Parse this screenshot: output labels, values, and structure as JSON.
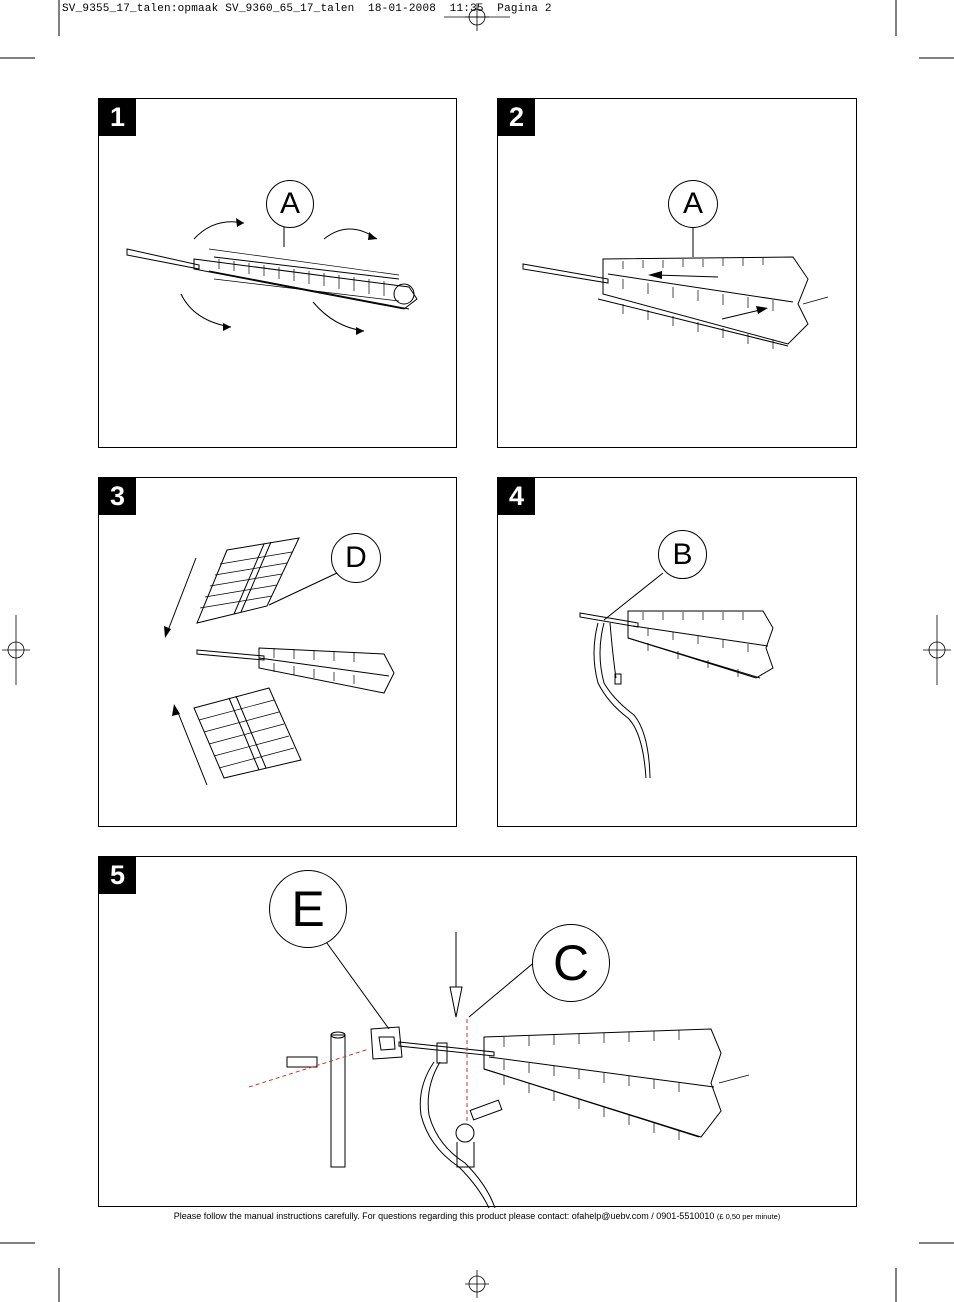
{
  "slug_line": "SV_9355_17_talen:opmaak SV_9360_65_17_talen  18-01-2008  11:35  Pagina 2",
  "steps": [
    {
      "number": "1",
      "callouts": [
        "A"
      ]
    },
    {
      "number": "2",
      "callouts": [
        "A"
      ]
    },
    {
      "number": "3",
      "callouts": [
        "D"
      ]
    },
    {
      "number": "4",
      "callouts": [
        "B"
      ]
    },
    {
      "number": "5",
      "callouts": [
        "E",
        "C"
      ]
    }
  ],
  "footer": {
    "text": "Please follow the manual instructions carefully. For questions regarding this product please contact: ofahelp@uebv.com / 0901-5510010",
    "rate": "(£ 0,50 per minute)"
  }
}
